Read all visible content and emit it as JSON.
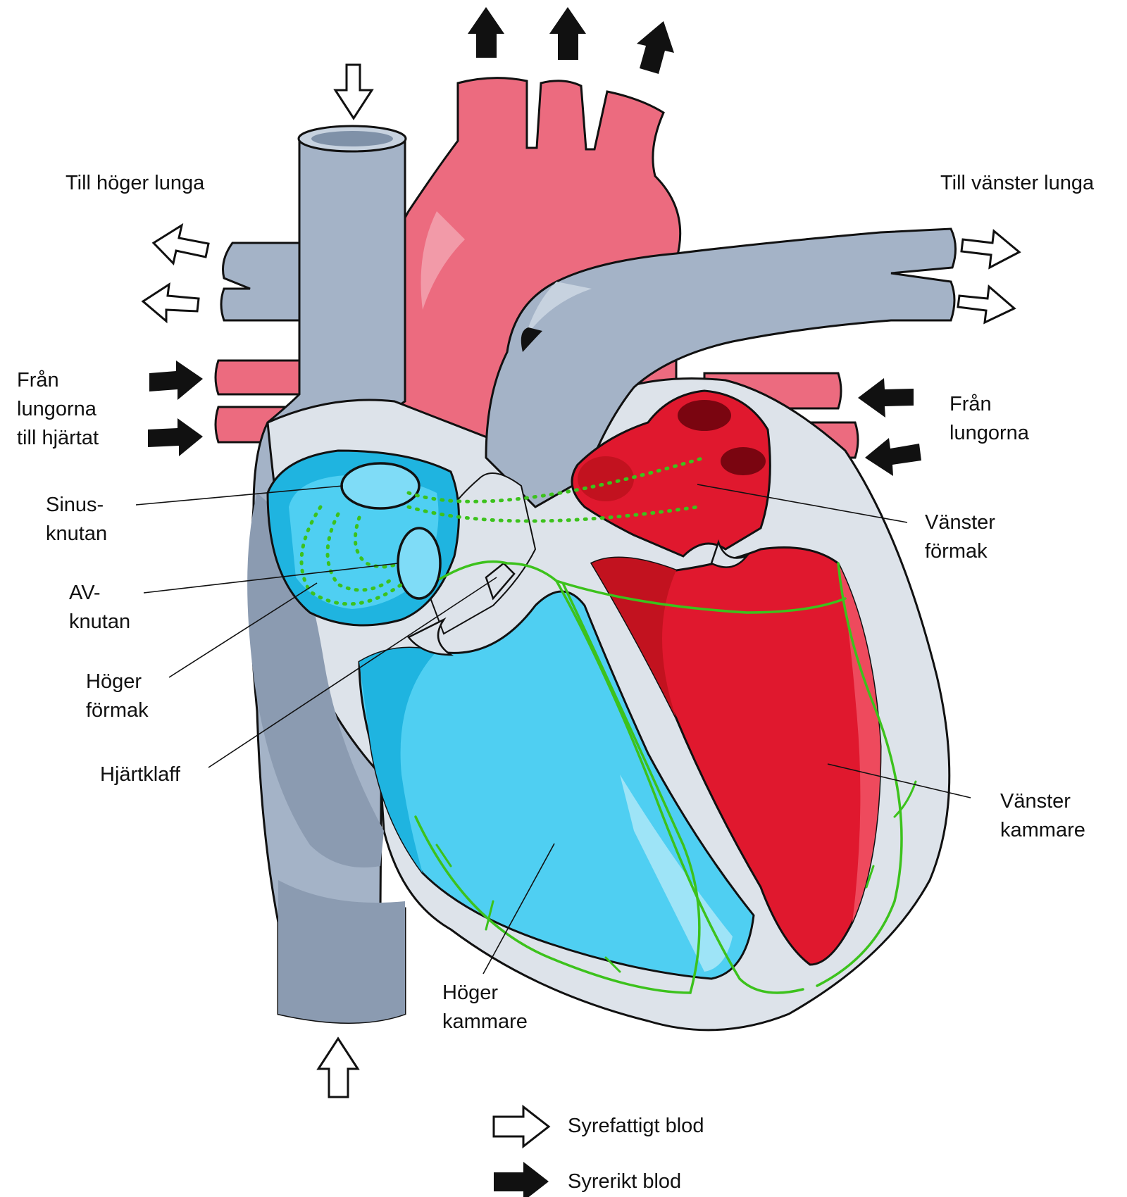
{
  "labels": {
    "to_right_lung": "Till höger lunga",
    "to_left_lung": "Till vänster lunga",
    "from_lungs_to_heart": [
      "Från",
      "lungorna",
      "till hjärtat"
    ],
    "from_lungs_right": [
      "Från",
      "lungorna"
    ],
    "sinus_node": [
      "Sinus-",
      "knutan"
    ],
    "av_node": [
      "AV-",
      "knutan"
    ],
    "right_atrium": [
      "Höger",
      "förmak"
    ],
    "heart_valve": "Hjärtklaff",
    "left_atrium": [
      "Vänster",
      "förmak"
    ],
    "left_ventricle": [
      "Vänster",
      "kammare"
    ],
    "right_ventricle": [
      "Höger",
      "kammare"
    ]
  },
  "legend": {
    "deoxygenated": "Syrefattigt blod",
    "oxygenated": "Syrerikt blod"
  },
  "colors": {
    "vein_blue_gray": "#a4b3c7",
    "artery_pink": "#ec6b7f",
    "deoxygenated_chamber": "#4fcff2",
    "oxygenated_chamber": "#e0182e",
    "conduction_green": "#3cc21c",
    "wall_light": "#dde3ea"
  }
}
